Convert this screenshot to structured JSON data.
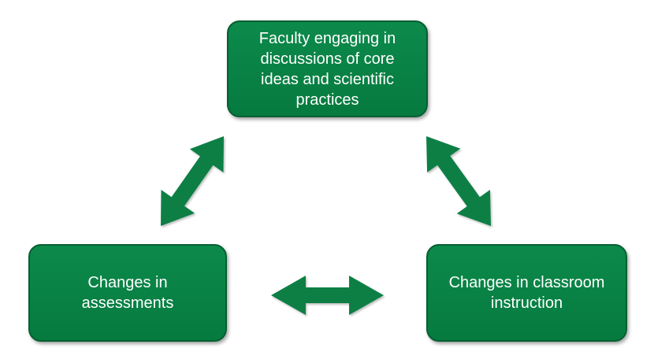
{
  "colors": {
    "node_fill": "#0a8447",
    "node_border": "#055f31",
    "arrow_fill": "#0a7f44",
    "text": "#ffffff"
  },
  "nodes": {
    "top": {
      "label": "Faculty engaging in discussions of core ideas and scientific practices"
    },
    "left": {
      "label": "Changes in assessments"
    },
    "right": {
      "label": "Changes in classroom instruction"
    }
  },
  "edges": [
    {
      "from": "top",
      "to": "left",
      "direction": "bidirectional"
    },
    {
      "from": "top",
      "to": "right",
      "direction": "bidirectional"
    },
    {
      "from": "left",
      "to": "right",
      "direction": "bidirectional"
    }
  ]
}
